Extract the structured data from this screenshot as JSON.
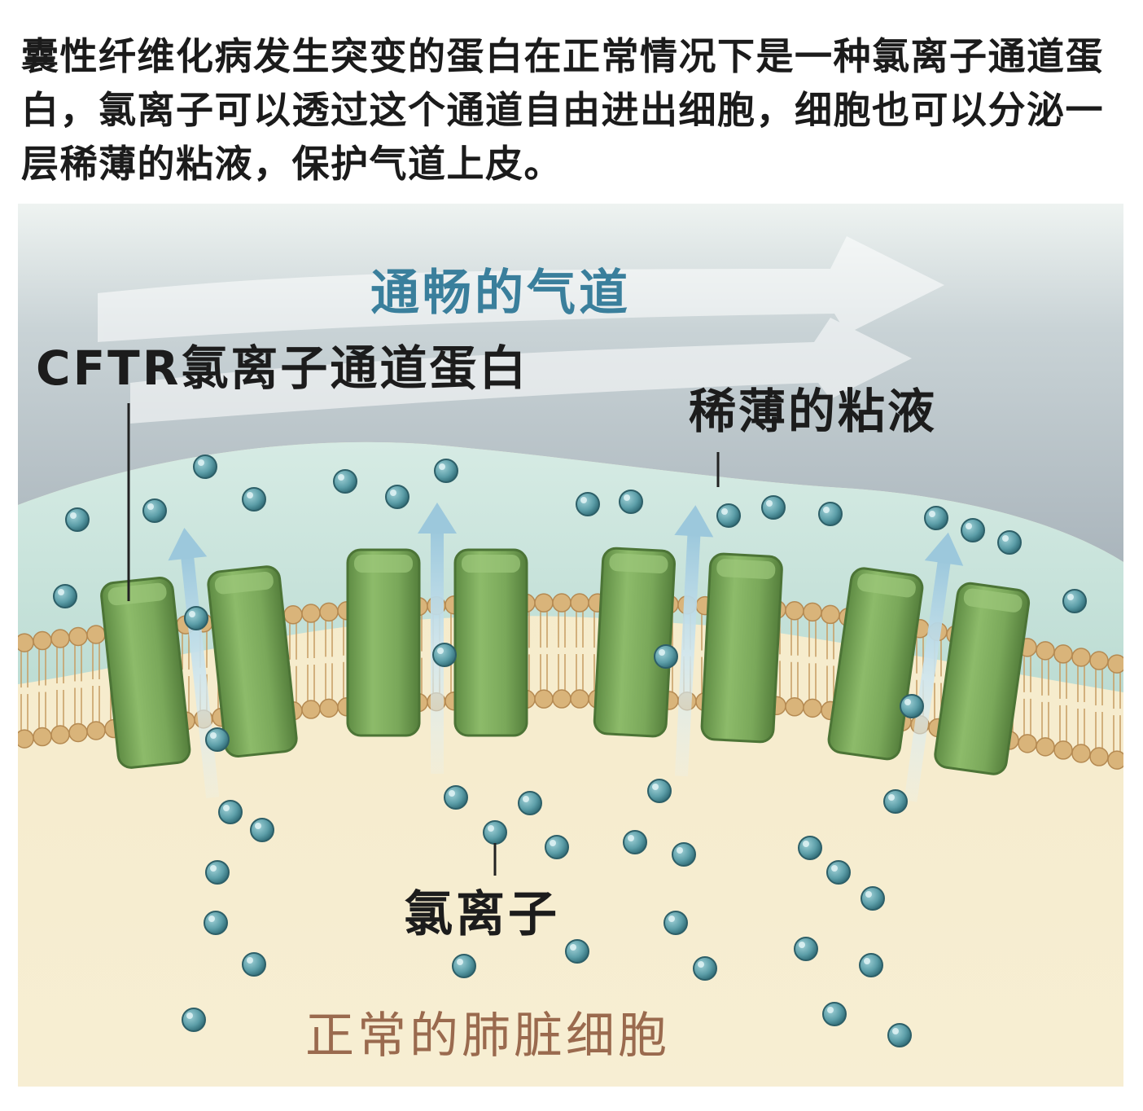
{
  "intro_text": "囊性纤维化病发生突变的蛋白在正常情况下是一种氯离子通道蛋白，氯离子可以透过这个通道自由进出细胞，细胞也可以分泌一层稀薄的粘液，保护气道上皮。",
  "labels": {
    "airway": "通畅的气道",
    "cftr": "CFTR氯离子通道蛋白",
    "mucus": "稀薄的粘液",
    "chloride": "氯离子",
    "cell": "正常的肺脏细胞"
  },
  "colors": {
    "airway_text": "#3a7f9c",
    "cell_text": "#9a6a4e",
    "label_text": "#1c1c1c",
    "protein": "#7aa85a",
    "ion": "#5c9ea8",
    "membrane_head": "#d9b47a",
    "mucus": "#c9e2da",
    "cytoplasm": "#f2e6c4"
  }
}
